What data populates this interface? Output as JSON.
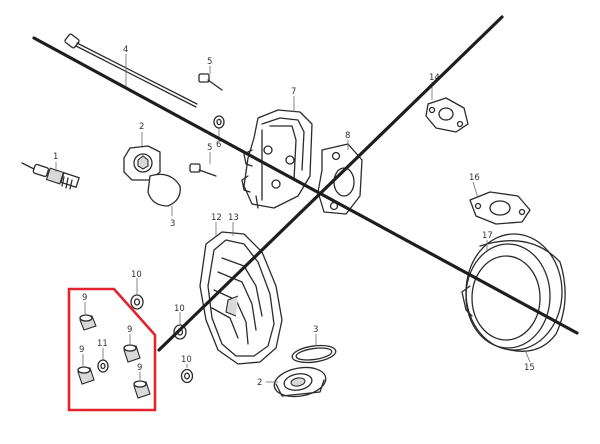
{
  "callouts": {
    "c1": "1",
    "c2": "2",
    "c3": "3",
    "c4": "4",
    "c5a": "5",
    "c6": "6",
    "c5b": "5",
    "c7": "7",
    "c8": "8",
    "c9a": "9",
    "c10a": "10",
    "c10b": "10",
    "c11": "11",
    "c9b": "9",
    "c9c": "9",
    "c9d": "9",
    "c12": "12",
    "c13": "13",
    "c14": "14",
    "c16": "16",
    "c17": "17",
    "c15": "15",
    "c3b": "3",
    "c2b": "2",
    "c10c": "10"
  },
  "colors": {
    "strike_lines": "#1e1e1e",
    "highlight_box": "#e3232b",
    "line_art": "#2b2b2b"
  }
}
